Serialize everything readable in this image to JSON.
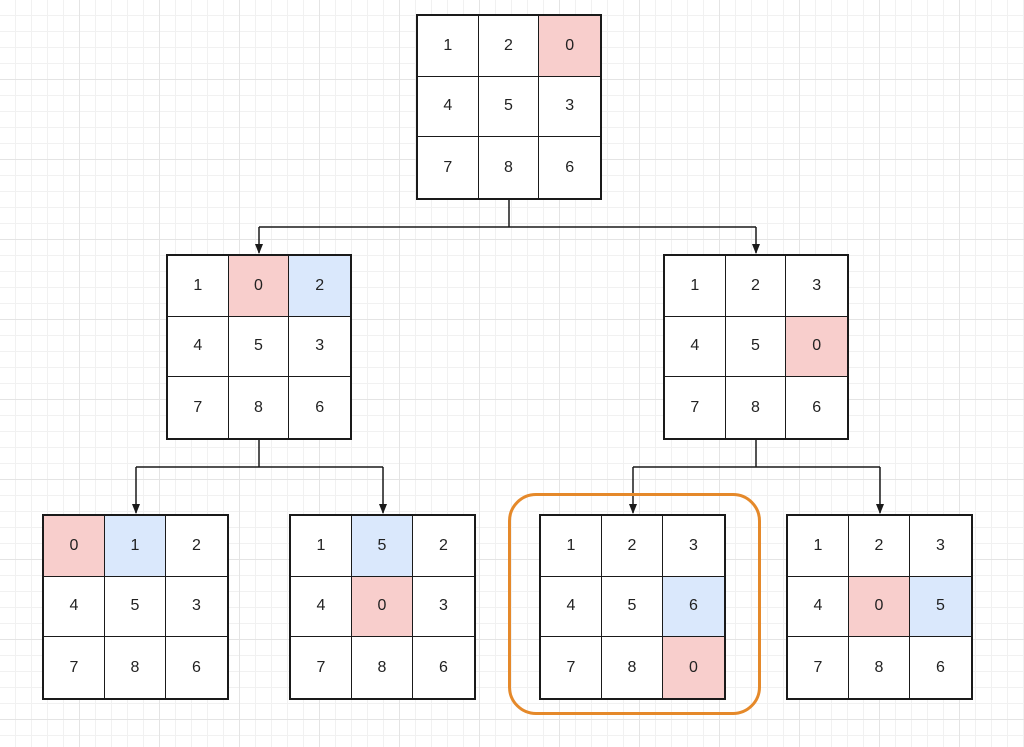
{
  "diagram": {
    "colors": {
      "blank_tile": "#f8cecc",
      "moved_tile": "#dae8fc",
      "plain_tile": "#ffffff",
      "line": "#1a1a1a",
      "goal_ring": "#e5892a"
    },
    "boards": [
      {
        "id": "root",
        "cells": [
          "1",
          "2",
          "0",
          "4",
          "5",
          "3",
          "7",
          "8",
          "6"
        ],
        "blank": 2,
        "moved": null
      },
      {
        "id": "left",
        "cells": [
          "1",
          "0",
          "2",
          "4",
          "5",
          "3",
          "7",
          "8",
          "6"
        ],
        "blank": 1,
        "moved": 2
      },
      {
        "id": "right",
        "cells": [
          "1",
          "2",
          "3",
          "4",
          "5",
          "0",
          "7",
          "8",
          "6"
        ],
        "blank": 5,
        "moved": null
      },
      {
        "id": "left-left",
        "cells": [
          "0",
          "1",
          "2",
          "4",
          "5",
          "3",
          "7",
          "8",
          "6"
        ],
        "blank": 0,
        "moved": 1
      },
      {
        "id": "left-right",
        "cells": [
          "1",
          "5",
          "2",
          "4",
          "0",
          "3",
          "7",
          "8",
          "6"
        ],
        "blank": 4,
        "moved": 1
      },
      {
        "id": "right-left",
        "cells": [
          "1",
          "2",
          "3",
          "4",
          "5",
          "6",
          "7",
          "8",
          "0"
        ],
        "blank": 8,
        "moved": 5,
        "goal": true
      },
      {
        "id": "right-right",
        "cells": [
          "1",
          "2",
          "3",
          "4",
          "0",
          "5",
          "7",
          "8",
          "6"
        ],
        "blank": 4,
        "moved": 5
      }
    ],
    "edges": [
      {
        "from": "root",
        "to": [
          "left",
          "right"
        ]
      },
      {
        "from": "left",
        "to": [
          "left-left",
          "left-right"
        ]
      },
      {
        "from": "right",
        "to": [
          "right-left",
          "right-right"
        ]
      }
    ]
  }
}
